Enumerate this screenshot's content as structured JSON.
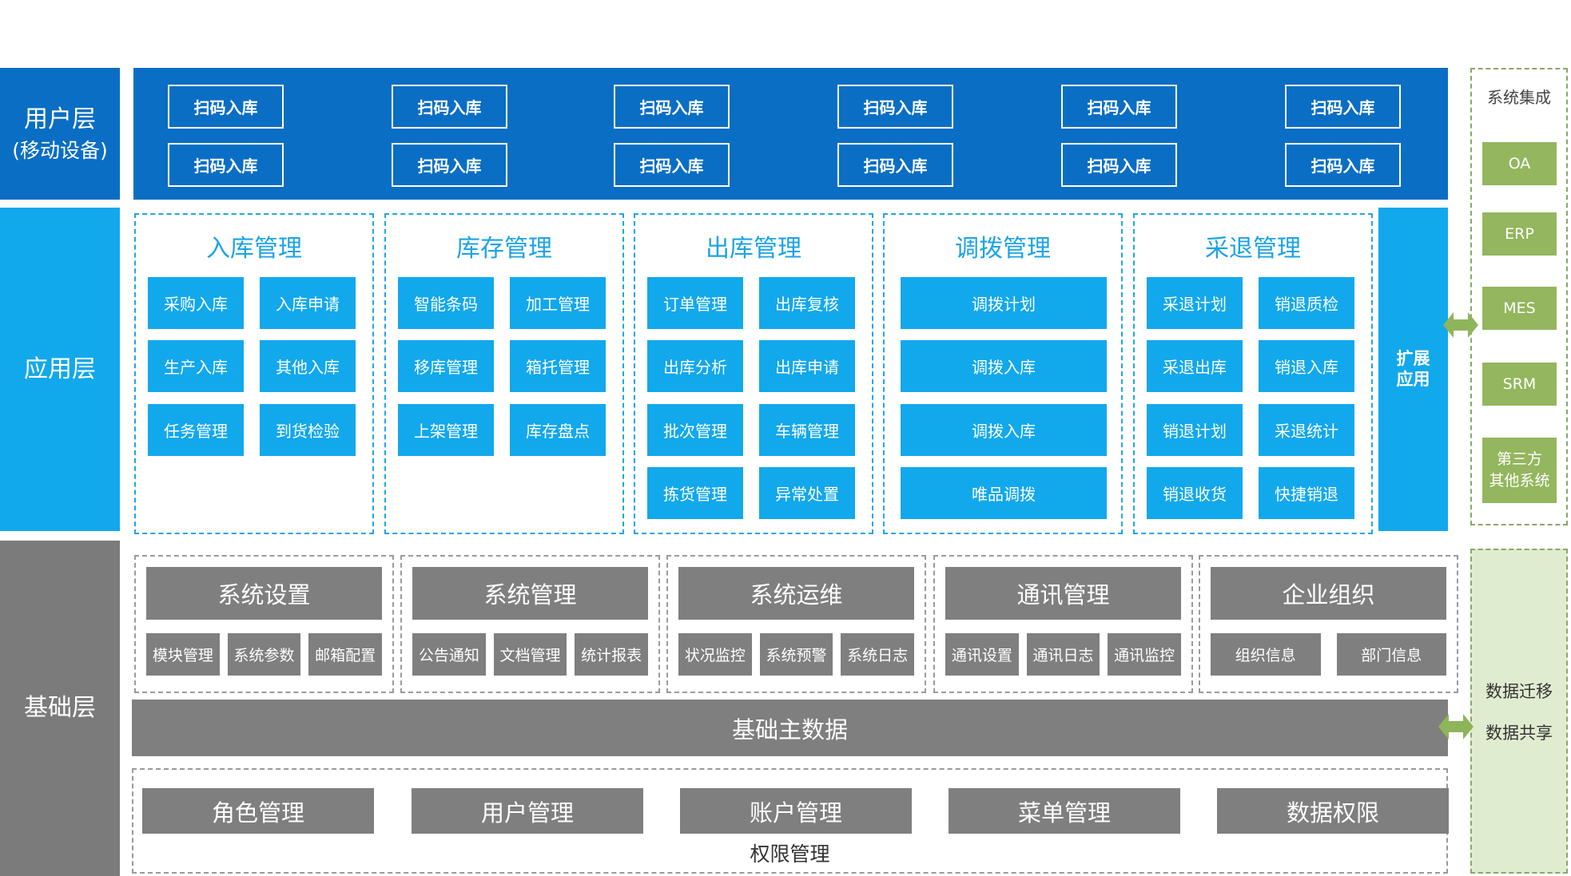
{
  "layers": {
    "user": [
      "用户层",
      "(移动设备)"
    ],
    "app": "应用层",
    "base": "基础层"
  },
  "user_layer": {
    "buttons": [
      "扫码入库",
      "扫码入库",
      "扫码入库",
      "扫码入库",
      "扫码入库",
      "扫码入库",
      "扫码入库",
      "扫码入库",
      "扫码入库",
      "扫码入库",
      "扫码入库",
      "扫码入库"
    ]
  },
  "app_layer": {
    "modules": [
      {
        "title": "入库管理",
        "items": [
          "采购入库",
          "入库申请",
          "生产入库",
          "其他入库",
          "任务管理",
          "到货检验"
        ]
      },
      {
        "title": "库存管理",
        "items": [
          "智能条码",
          "加工管理",
          "移库管理",
          "箱托管理",
          "上架管理",
          "库存盘点"
        ]
      },
      {
        "title": "出库管理",
        "items": [
          "订单管理",
          "出库复核",
          "出库分析",
          "出库申请",
          "批次管理",
          "车辆管理",
          "拣货管理",
          "异常处置"
        ]
      },
      {
        "title": "调拨管理",
        "items": [
          "调拨计划",
          "调拨入库",
          "调拨入库",
          "唯品调拨"
        ]
      },
      {
        "title": "采退管理",
        "items": [
          "采退计划",
          "销退质检",
          "采退出库",
          "销退入库",
          "销退计划",
          "采退统计",
          "销退收货",
          "快捷销退"
        ]
      }
    ],
    "extension": [
      "扩展",
      "应用"
    ]
  },
  "base_layer": {
    "groups": [
      {
        "title": "系统设置",
        "items": [
          "模块管理",
          "系统参数",
          "邮箱配置"
        ]
      },
      {
        "title": "系统管理",
        "items": [
          "公告通知",
          "文档管理",
          "统计报表"
        ]
      },
      {
        "title": "系统运维",
        "items": [
          "状况监控",
          "系统预警",
          "系统日志"
        ]
      },
      {
        "title": "通讯管理",
        "items": [
          "通讯设置",
          "通讯日志",
          "通讯监控"
        ]
      },
      {
        "title": "企业组织",
        "items": [
          "组织信息",
          "部门信息"
        ]
      }
    ],
    "master_data": "基础主数据",
    "permissions": {
      "items": [
        "角色管理",
        "用户管理",
        "账户管理",
        "菜单管理",
        "数据权限"
      ],
      "title": "权限管理"
    }
  },
  "integration": {
    "title": "系统集成",
    "systems": [
      "OA",
      "ERP",
      "MES",
      "SRM"
    ],
    "third_party": [
      "第三方",
      "其他系统"
    ]
  },
  "data_panel": [
    "数据迁移",
    "数据共享"
  ],
  "colors": {
    "user_blue": "#0a6ec4",
    "app_blue": "#12a8ec",
    "grey": "#7f7f7f",
    "green": "#94b65e",
    "light_green": "#e0ecd0",
    "arrow_green": "#8fb55a"
  }
}
